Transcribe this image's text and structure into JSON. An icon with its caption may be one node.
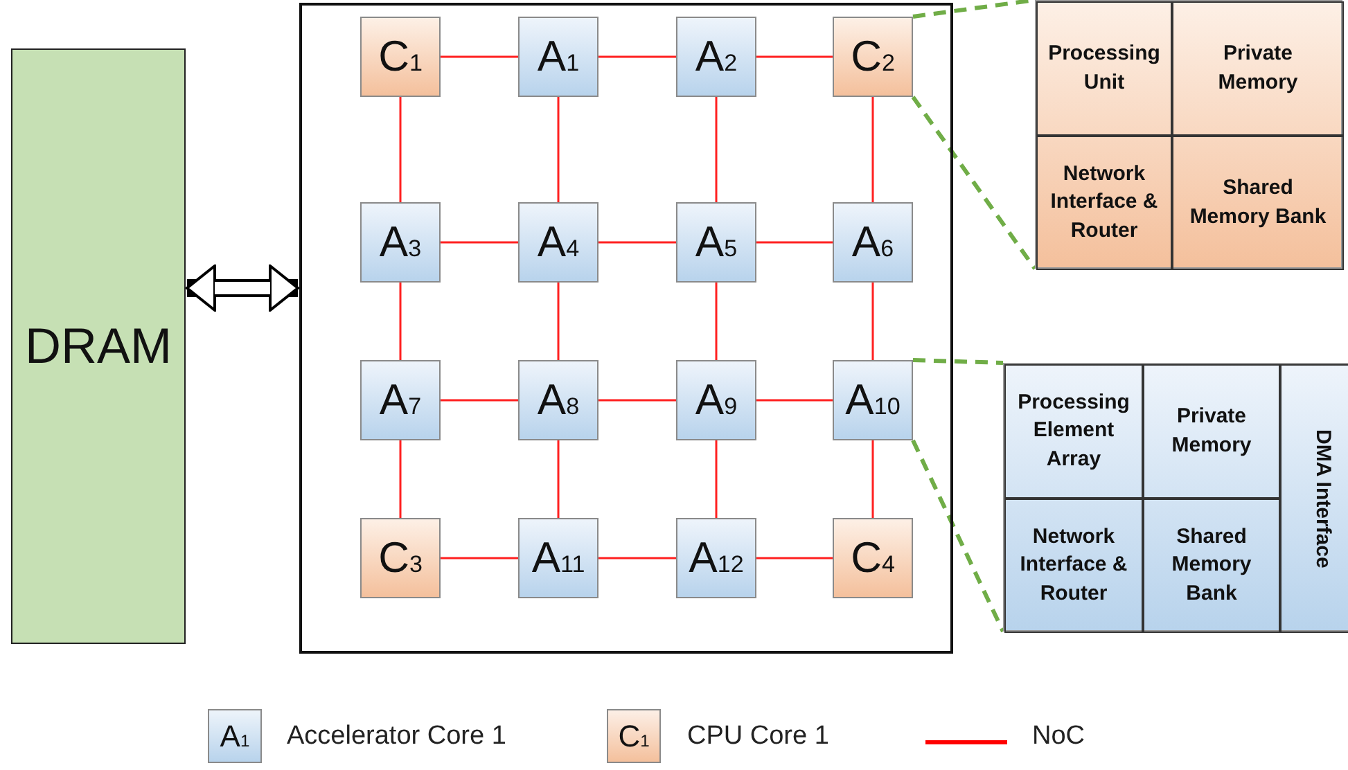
{
  "diagram": {
    "nodes": [
      {
        "text": [
          "DRAM"
        ]
      },
      {
        "text": [],
        "shape": "box"
      },
      {
        "text": [
          "C$_{1}$"
        ],
        "in": 1
      },
      {
        "text": [
          "A$_{1}$"
        ],
        "in": 1
      },
      {
        "text": [
          "A$_{2}$"
        ],
        "in": 1
      },
      {
        "text": [
          "C$_{2}$"
        ],
        "in": 1
      },
      {
        "text": [
          "A$_{3}$"
        ],
        "in": 1
      },
      {
        "text": [
          "A$_{4}$"
        ],
        "in": 1
      },
      {
        "text": [
          "A$_{5}$"
        ],
        "in": 1
      },
      {
        "text": [
          "A$_{6}$"
        ],
        "in": 1
      },
      {
        "text": [
          "A$_{7}$"
        ],
        "in": 1
      },
      {
        "text": [
          "A$_{8}$"
        ],
        "in": 1
      },
      {
        "text": [
          "A$_{9}$"
        ],
        "in": 1
      },
      {
        "text": [
          "A$_{10}$"
        ],
        "in": 1
      },
      {
        "text": [
          "C$_{3}$"
        ],
        "in": 1
      },
      {
        "text": [
          "A$_{11}$"
        ],
        "in": 1
      },
      {
        "text": [
          "A$_{12}$"
        ],
        "in": 1
      },
      {
        "text": [
          "C$_{4}$"
        ],
        "in": 1
      },
      {
        "text": [],
        "shape": "box"
      },
      {
        "text": [
          "Processing Unit"
        ],
        "in": 18
      },
      {
        "text": [
          "Private Memory"
        ],
        "in": 18
      },
      {
        "text": [
          "Network Interface & Router"
        ],
        "in": 18
      },
      {
        "text": [
          "Shared Memory Bank"
        ],
        "in": 18
      },
      {
        "text": [],
        "shape": "box"
      },
      {
        "text": [
          "Processing Element Array"
        ],
        "in": 23
      },
      {
        "text": [
          "Private Memory"
        ],
        "in": 23
      },
      {
        "text": [
          "Network Interface & Router"
        ],
        "in": 23
      },
      {
        "text": [
          "Shared Memory Bank"
        ],
        "in": 23
      },
      {
        "text": [
          "DMA Interface"
        ],
        "in": 23
      }
    ],
    "edges": [
      {
        "from": 0,
        "to": 1,
        "arrow": "both",
        "style": "thick",
        "color": "#000000"
      },
      {
        "from": 2,
        "to": 3,
        "arrow": "none"
      },
      {
        "from": 3,
        "to": 4,
        "arrow": "none"
      },
      {
        "from": 4,
        "to": 5,
        "arrow": "none"
      },
      {
        "from": 6,
        "to": 7,
        "arrow": "none"
      },
      {
        "from": 7,
        "to": 8,
        "arrow": "none"
      },
      {
        "from": 8,
        "to": 9,
        "arrow": "none"
      },
      {
        "from": 10,
        "to": 11,
        "arrow": "none"
      },
      {
        "from": 11,
        "to": 12,
        "arrow": "none"
      },
      {
        "from": 12,
        "to": 13,
        "arrow": "none"
      },
      {
        "from": 14,
        "to": 15,
        "arrow": "none"
      },
      {
        "from": 15,
        "to": 16,
        "arrow": "none"
      },
      {
        "from": 16,
        "to": 17,
        "arrow": "none"
      },
      {
        "from": 2,
        "to": 6,
        "arrow": "none"
      },
      {
        "from": 6,
        "to": 10,
        "arrow": "none"
      },
      {
        "from": 10,
        "to": 14,
        "arrow": "none"
      },
      {
        "from": 3,
        "to": 7,
        "arrow": "none"
      },
      {
        "from": 7,
        "to": 11,
        "arrow": "none"
      },
      {
        "from": 11,
        "to": 15,
        "arrow": "none"
      },
      {
        "from": 4,
        "to": 8,
        "arrow": "none"
      },
      {
        "from": 8,
        "to": 12,
        "arrow": "none"
      },
      {
        "from": 12,
        "to": 16,
        "arrow": "none"
      },
      {
        "from": 5,
        "to": 9,
        "arrow": "none"
      },
      {
        "from": 9,
        "to": 13,
        "arrow": "none"
      },
      {
        "from": 13,
        "to": 17,
        "arrow": "none"
      },
      {
        "from": 5,
        "to": 18,
        "arrow": "none",
        "style": "dashed",
        "color": "#70ad47"
      },
      {
        "from": 5,
        "to": 18,
        "arrow": "none",
        "style": "dashed",
        "color": "#70ad47"
      },
      {
        "from": 13,
        "to": 23,
        "arrow": "none",
        "style": "dashed",
        "color": "#70ad47"
      },
      {
        "from": 13,
        "to": 23,
        "arrow": "none",
        "style": "dashed",
        "color": "#70ad47"
      }
    ],
    "labels": [
      "A$_{1}$",
      "C$_{1}$"
    ],
    "legend": [
      {
        "text": "Accelerator Core 1",
        "color": "#b8d3ec"
      },
      {
        "text": "CPU Core 1",
        "color": "#f4c09c"
      },
      {
        "text": "NoC"
      }
    ]
  }
}
